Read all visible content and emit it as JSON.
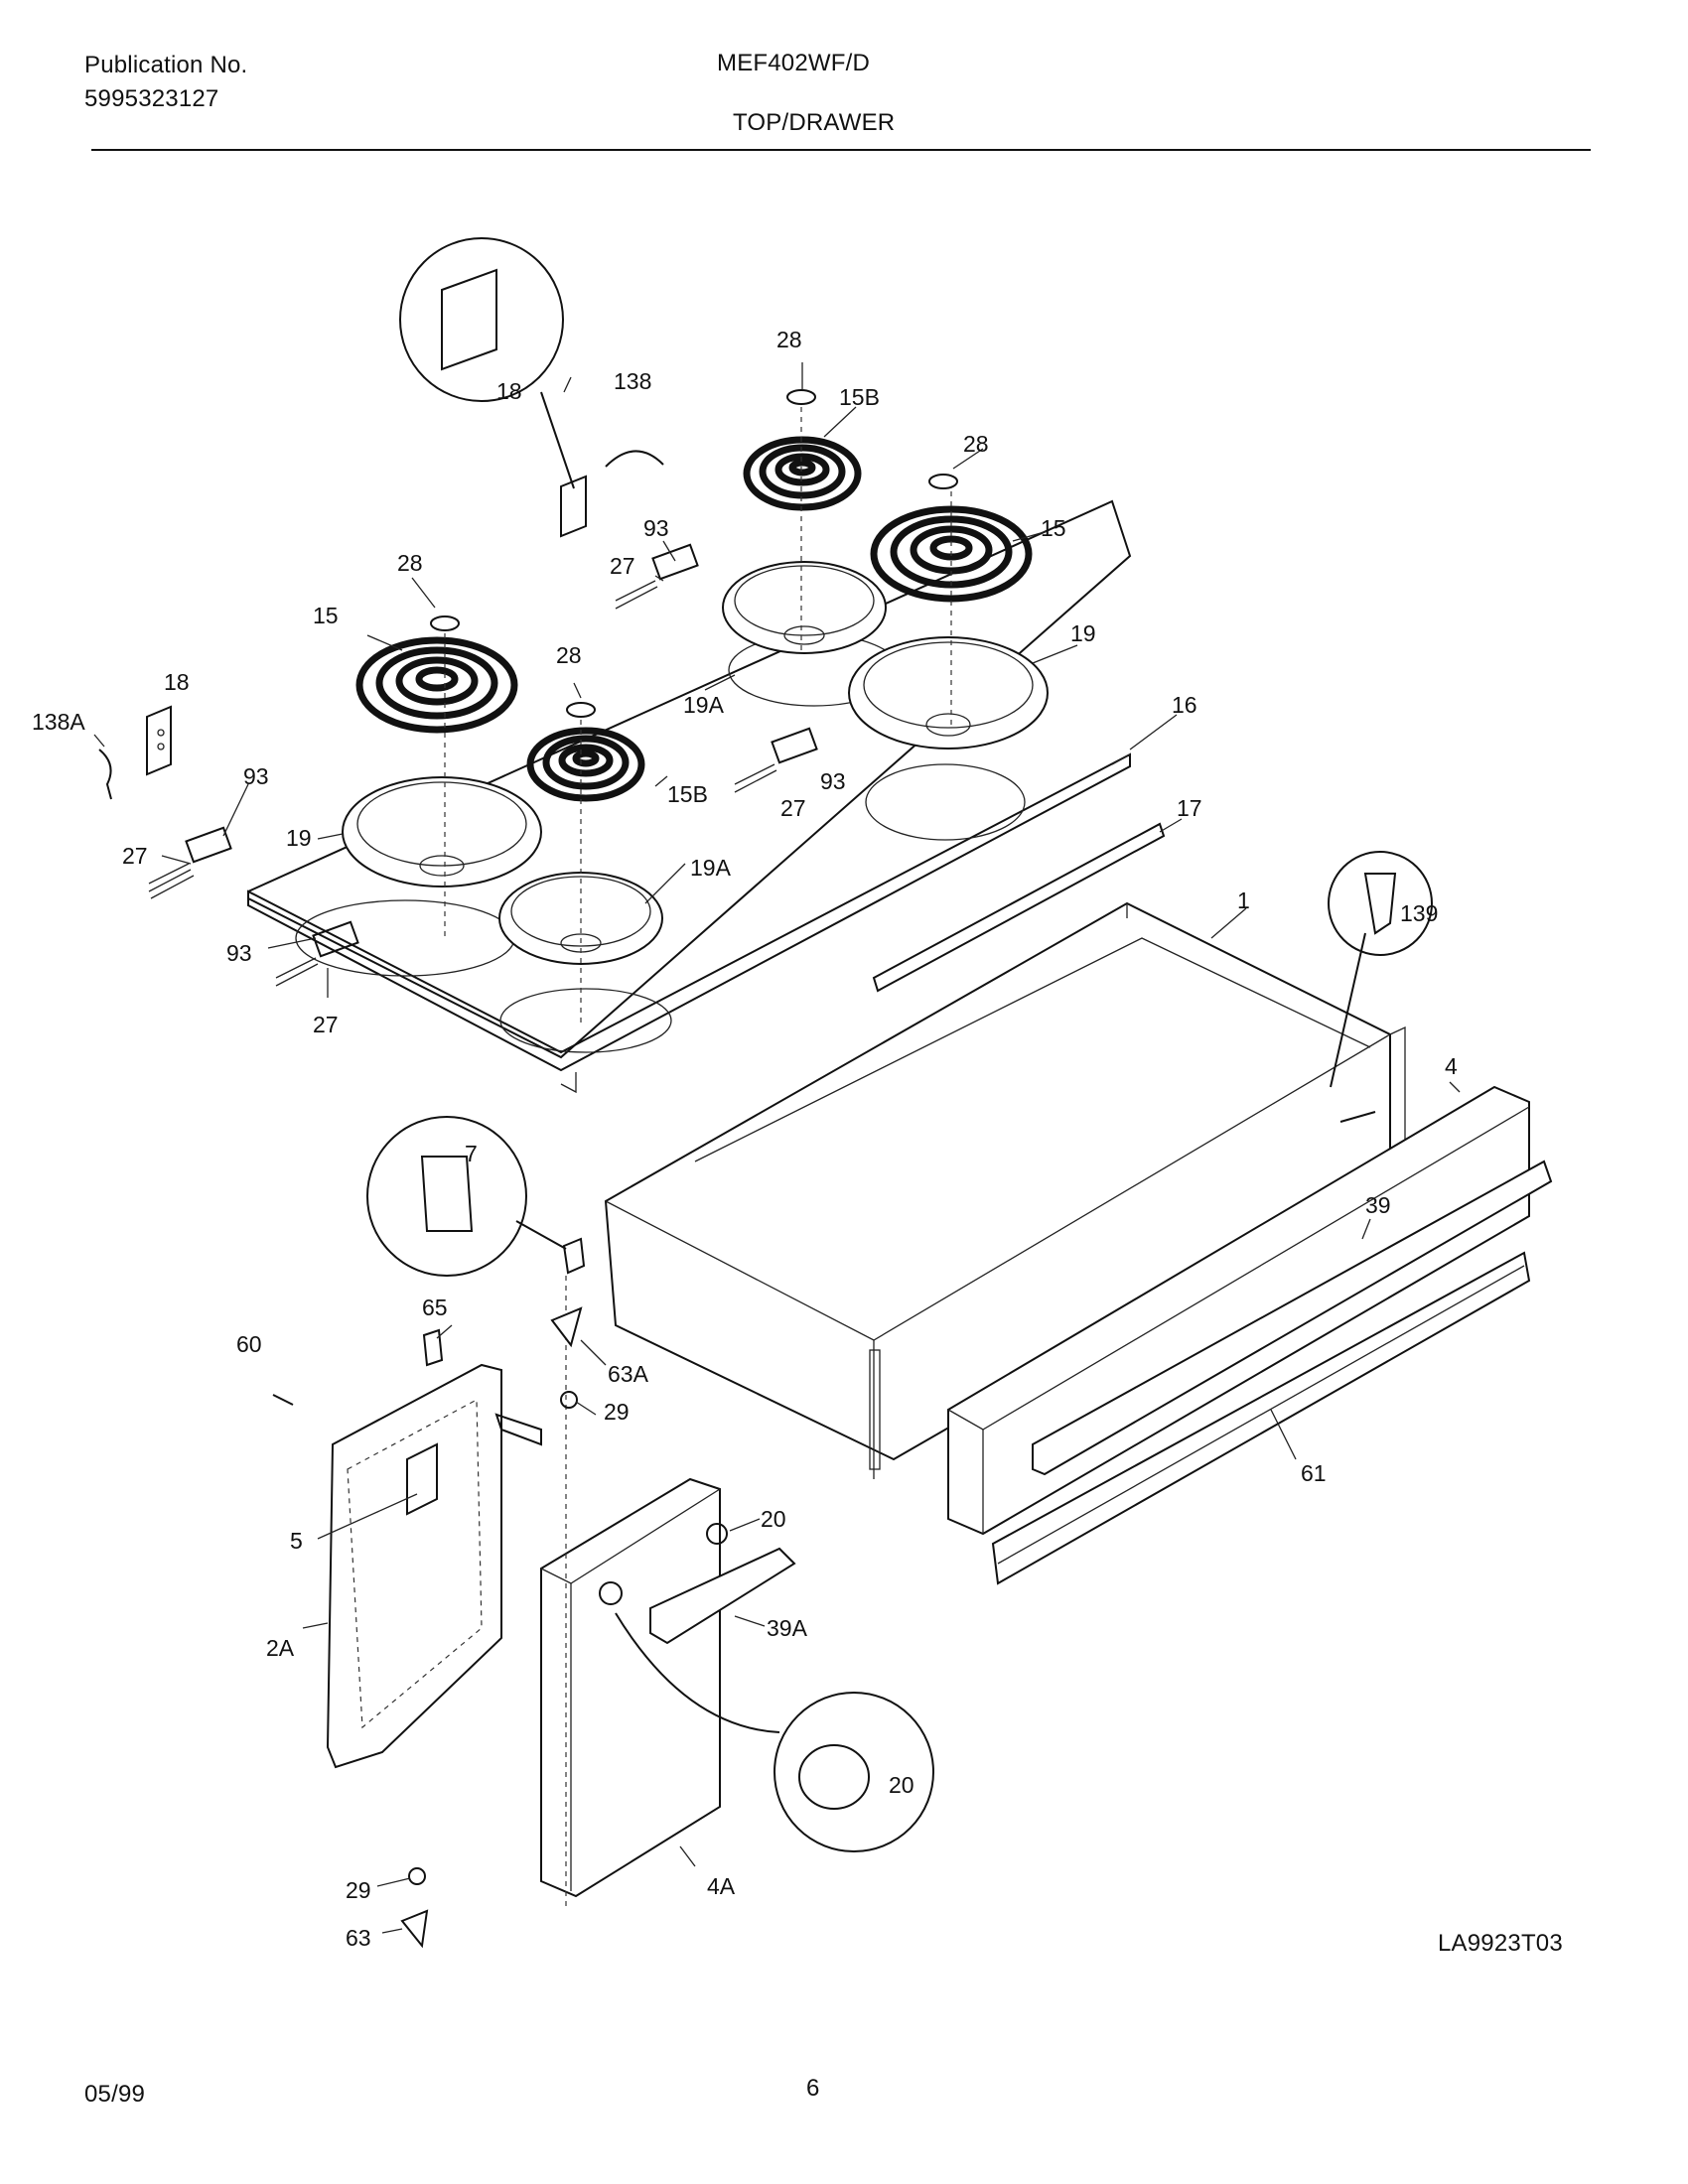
{
  "header": {
    "publication_label": "Publication No.",
    "publication_number": "5995323127",
    "model": "MEF402WF/D",
    "section": "TOP/DRAWER"
  },
  "diagram_code": "LA9923T03",
  "footer": {
    "date": "05/99",
    "page": "6"
  },
  "callouts": {
    "c18a": "18",
    "c138": "138",
    "c28a": "28",
    "c15Ba": "15B",
    "c28b": "28",
    "c15a": "15",
    "c93a": "93",
    "c27a": "27",
    "c28c": "28",
    "c15b": "15",
    "c28d": "28",
    "c19a": "19",
    "c19Aa": "19A",
    "c138A": "138A",
    "c18b": "18",
    "c93b": "93",
    "c16": "16",
    "c15Bb": "15B",
    "c93c": "93",
    "c27b": "27",
    "c19b": "19",
    "c27c": "27",
    "c17": "17",
    "c19Ab": "19A",
    "c1": "1",
    "c139": "139",
    "c93d": "93",
    "c27d": "27",
    "c4": "4",
    "c7": "7",
    "c39": "39",
    "c65": "65",
    "c60": "60",
    "c63A": "63A",
    "c29a": "29",
    "c61": "61",
    "c20a": "20",
    "c5": "5",
    "c39A": "39A",
    "c2A": "2A",
    "c20b": "20",
    "c4A": "4A",
    "c29b": "29",
    "c63": "63"
  }
}
